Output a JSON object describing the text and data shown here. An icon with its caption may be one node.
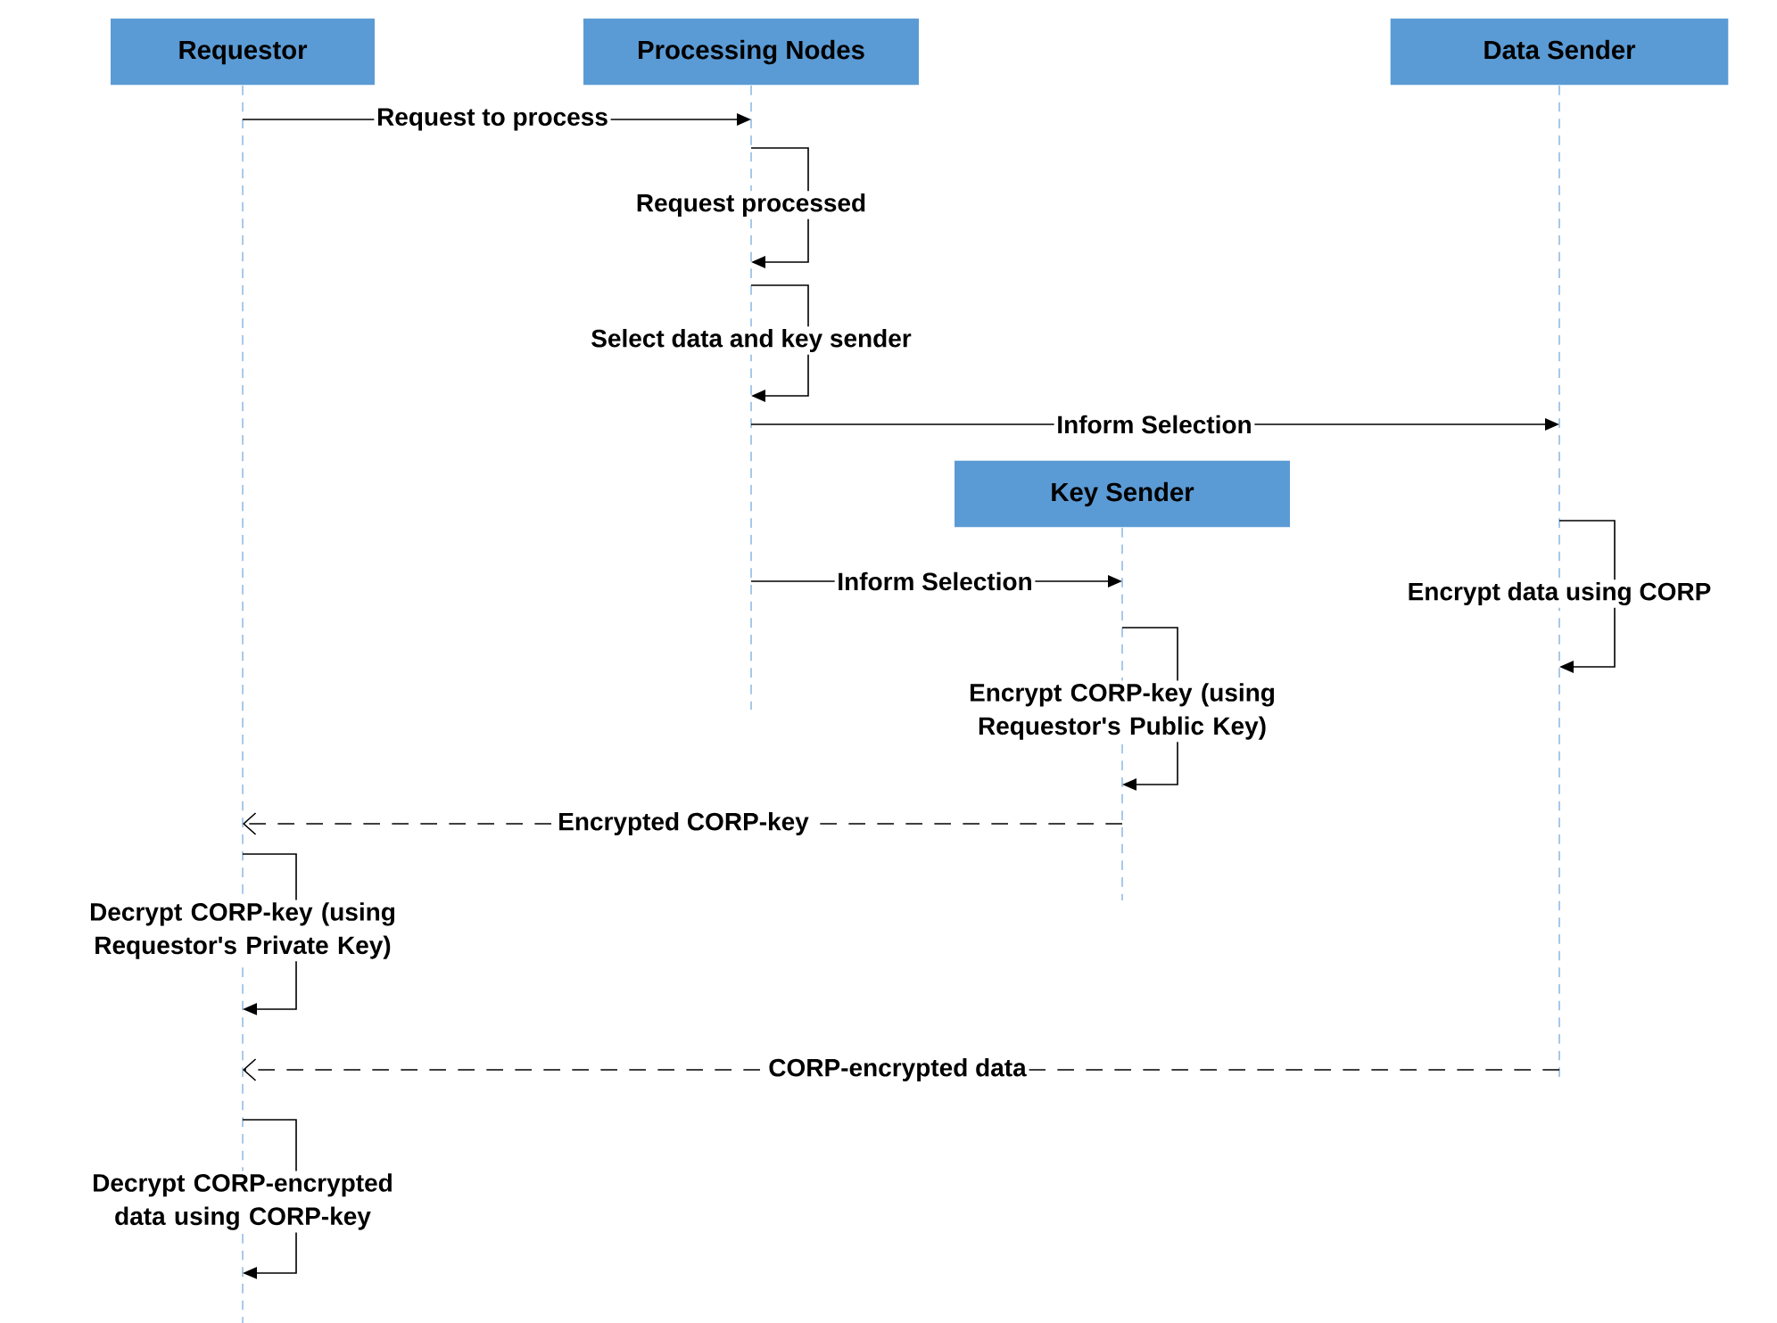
{
  "diagram": {
    "nodes": [
      {
        "text": [
          "Requestor"
        ]
      },
      {
        "text": [
          "Processing Nodes"
        ]
      },
      {
        "text": [
          "Data Sender"
        ]
      },
      {
        "text": [
          "Key Sender"
        ]
      }
    ],
    "edges": [
      {
        "from": 0,
        "to": 1,
        "arrow": "to",
        "label": "Request to process"
      },
      {
        "from": 1,
        "to": 1,
        "arrow": "to",
        "label": "Request processed"
      },
      {
        "from": 1,
        "to": 1,
        "arrow": "to",
        "label": "Select data and key sender"
      },
      {
        "from": 1,
        "to": 2,
        "arrow": "to",
        "label": "Inform Selection"
      },
      {
        "from": 1,
        "to": 3,
        "arrow": "to",
        "label": "Inform Selection"
      },
      {
        "from": 2,
        "to": 2,
        "arrow": "to",
        "label": "Encrypt data using CORP"
      },
      {
        "from": 3,
        "to": 3,
        "arrow": "to",
        "label": "Encrypt CORP-key (using Requestor's Public Key)"
      },
      {
        "from": 3,
        "to": 0,
        "arrow": "to",
        "label": "Encrypted CORP-key",
        "style": "dashed"
      },
      {
        "from": 0,
        "to": 0,
        "arrow": "to",
        "label": "Decrypt CORP-key (using Requestor's Private Key)"
      },
      {
        "from": 2,
        "to": 0,
        "arrow": "to",
        "label": "CORP-encrypted data",
        "style": "dashed"
      },
      {
        "from": 0,
        "to": 0,
        "arrow": "to",
        "label": "Decrypt CORP-encrypted data using CORP-key"
      }
    ]
  }
}
